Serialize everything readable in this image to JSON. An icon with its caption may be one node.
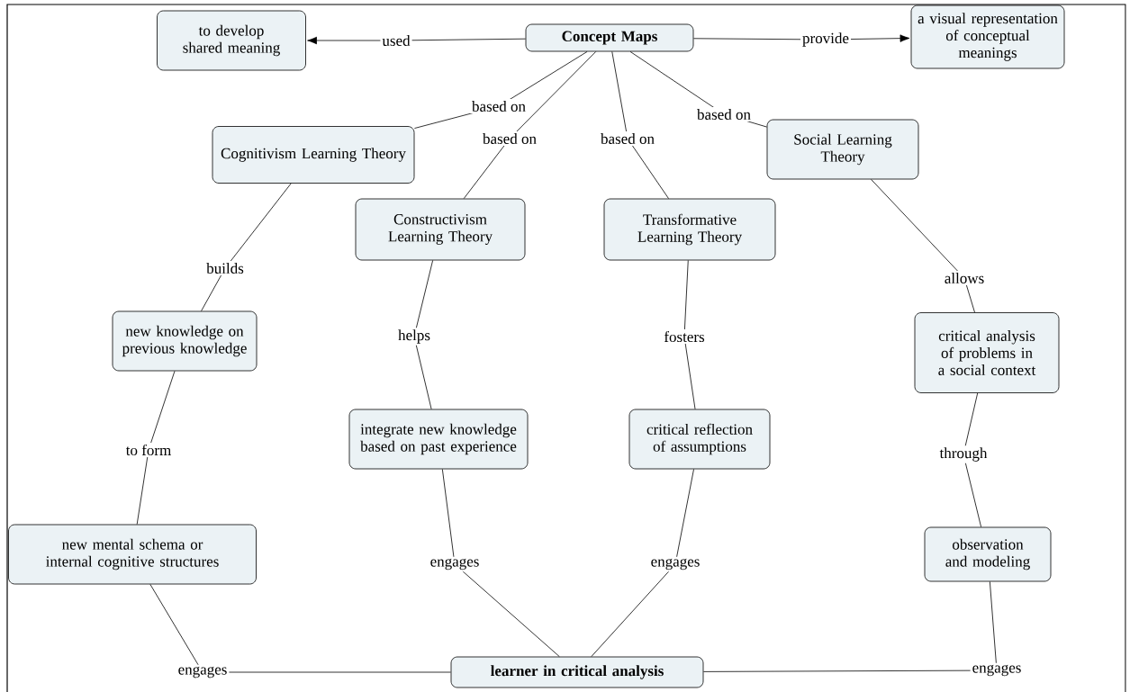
{
  "diagram": {
    "nodes": [
      {
        "text": [
          "Concept Maps"
        ]
      },
      {
        "text": [
          "to develop shared meaning"
        ]
      },
      {
        "text": [
          "a visual representation of conceptual meanings"
        ]
      },
      {
        "text": [
          "Cognitivism Learning Theory"
        ]
      },
      {
        "text": [
          "Constructivism Learning Theory"
        ]
      },
      {
        "text": [
          "Transformative Learning Theory"
        ]
      },
      {
        "text": [
          "Social Learning Theory"
        ]
      },
      {
        "text": [
          "new knowledge on previous knowledge"
        ]
      },
      {
        "text": [
          "integrate new knowledge based on past experience"
        ]
      },
      {
        "text": [
          "critical reflection of assumptions"
        ]
      },
      {
        "text": [
          "critical analysis of problems in a social context"
        ]
      },
      {
        "text": [
          "new mental schema or internal cognitive structures"
        ]
      },
      {
        "text": [
          "observation and modeling"
        ]
      },
      {
        "text": [
          "learner in critical analysis"
        ]
      }
    ],
    "edges": [
      {
        "from": 0,
        "to": 1,
        "arrow": "to",
        "label": "used"
      },
      {
        "from": 0,
        "to": 2,
        "arrow": "to",
        "label": "provide"
      },
      {
        "from": 0,
        "to": 3,
        "arrow": "none",
        "label": "based on"
      },
      {
        "from": 0,
        "to": 4,
        "arrow": "none",
        "label": "based on"
      },
      {
        "from": 0,
        "to": 5,
        "arrow": "none",
        "label": "based on"
      },
      {
        "from": 0,
        "to": 6,
        "arrow": "none",
        "label": "based on"
      },
      {
        "from": 3,
        "to": 7,
        "arrow": "none",
        "label": "builds"
      },
      {
        "from": 4,
        "to": 8,
        "arrow": "none",
        "label": "helps"
      },
      {
        "from": 5,
        "to": 9,
        "arrow": "none",
        "label": "fosters"
      },
      {
        "from": 6,
        "to": 10,
        "arrow": "none",
        "label": "allows"
      },
      {
        "from": 7,
        "to": 11,
        "arrow": "none",
        "label": "to form"
      },
      {
        "from": 10,
        "to": 12,
        "arrow": "none",
        "label": "through"
      },
      {
        "from": 11,
        "to": 13,
        "arrow": "none",
        "label": "engages"
      },
      {
        "from": 8,
        "to": 13,
        "arrow": "none",
        "label": "engages"
      },
      {
        "from": 9,
        "to": 13,
        "arrow": "none",
        "label": "engages"
      },
      {
        "from": 12,
        "to": 13,
        "arrow": "none",
        "label": "engages"
      }
    ]
  }
}
